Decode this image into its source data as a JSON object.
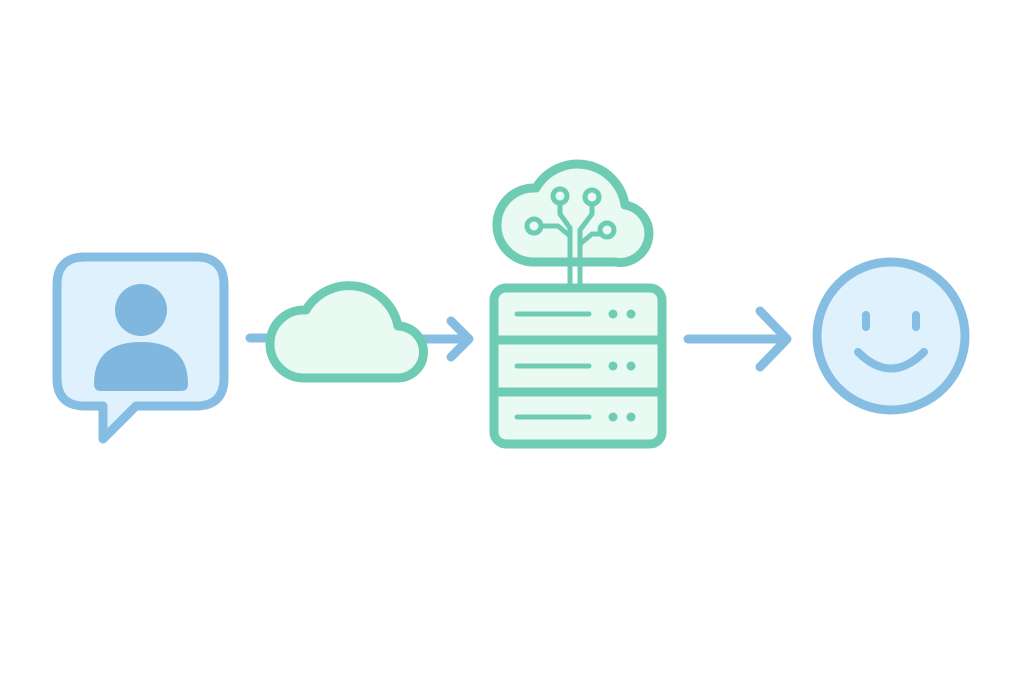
{
  "colors": {
    "background": "#ffffff",
    "blue_stroke": "#86bde2",
    "blue_fill": "#dff1fd",
    "blue_solid": "#7fb7de",
    "green_stroke": "#6fccb4",
    "green_fill": "#e8faf2"
  },
  "nodes": [
    {
      "name": "user-chat",
      "icon": "user-chat-bubble-icon"
    },
    {
      "name": "cloud",
      "icon": "cloud-icon"
    },
    {
      "name": "ai-server",
      "icon": "ai-server-stack-icon"
    },
    {
      "name": "happy-result",
      "icon": "smiley-face-icon"
    }
  ],
  "edges": [
    {
      "from": "user-chat",
      "to": "cloud",
      "arrowhead": false
    },
    {
      "from": "cloud",
      "to": "ai-server",
      "arrowhead": true
    },
    {
      "from": "ai-server",
      "to": "happy-result",
      "arrowhead": true
    }
  ]
}
